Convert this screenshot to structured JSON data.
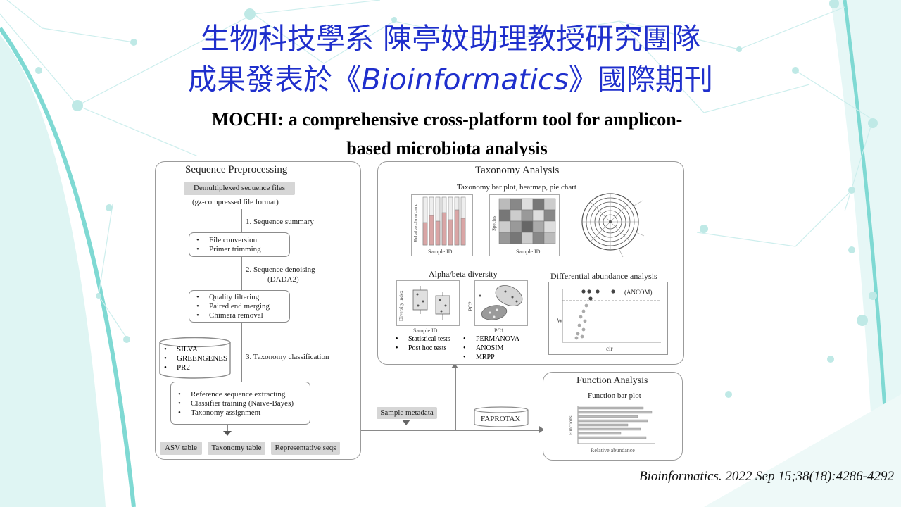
{
  "slide": {
    "title_line1": "生物科技學系 陳亭妏助理教授研究團隊",
    "title_line2_prefix": "成果發表於《",
    "title_line2_journal": "Bioinformatics",
    "title_line2_suffix": "》國際期刊",
    "paper_title_line1": "MOCHI: a comprehensive cross-platform tool for amplicon-",
    "paper_title_line2": "based microbiota analysis",
    "citation": "Bioinformatics. 2022 Sep 15;38(18):4286-4292",
    "colors": {
      "title": "#1f2fcc",
      "accent": "#7fd9d3"
    }
  },
  "figure": {
    "preprocessing": {
      "heading": "Sequence Preprocessing",
      "input_label": "Demultiplexed sequence files",
      "input_note": "(gz-compressed file format)",
      "step1": "1. Sequence summary",
      "box1": [
        "File conversion",
        "Primer trimming"
      ],
      "step2_line1": "2. Sequence denoising",
      "step2_line2": "(DADA2)",
      "box2": [
        "Quality filtering",
        "Paired end merging",
        "Chimera removal"
      ],
      "databases": [
        "SILVA",
        "GREENGENES",
        "PR2"
      ],
      "step3": "3. Taxonomy classification",
      "box3": [
        "Reference sequence extracting",
        "Classifier training (Naïve-Bayes)",
        "Taxonomy assignment"
      ],
      "outputs": [
        "ASV table",
        "Taxonomy table",
        "Representative seqs"
      ]
    },
    "taxonomy": {
      "heading": "Taxonomy Analysis",
      "subheading": "Taxonomy bar plot, heatmap, pie chart",
      "bar_ylabel": "Relative abundance",
      "bar_xlabel": "Sample ID",
      "heat_ylabel": "Species",
      "heat_xlabel": "Sample ID",
      "alpha_beta_heading": "Alpha/beta diversity",
      "alpha_ylabel": "Diversity index",
      "alpha_xlabel": "Sample ID",
      "beta_ylabel": "PC2",
      "beta_xlabel": "PC1",
      "alpha_tests": [
        "Statistical tests",
        "Post hoc tests"
      ],
      "beta_tests": [
        "PERMANOVA",
        "ANOSIM",
        "MRPP"
      ],
      "diff_heading": "Differential abundance analysis",
      "diff_tag": "(ANCOM)",
      "diff_ylabel": "W",
      "diff_xlabel": "clr"
    },
    "metadata": {
      "sample_metadata": "Sample metadata",
      "faprotax": "FAPROTAX"
    },
    "function": {
      "heading": "Function Analysis",
      "subheading": "Function bar plot",
      "ylabel": "Functions",
      "xlabel": "Relative abundance"
    }
  }
}
